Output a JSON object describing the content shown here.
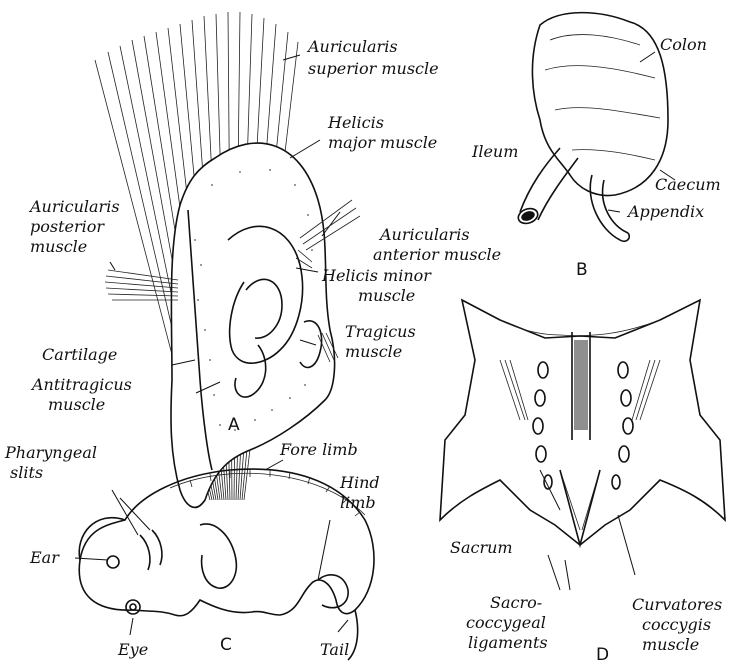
{
  "panels": {
    "a": "A",
    "b": "B",
    "c": "C",
    "d": "D"
  },
  "labels_a": {
    "auricularis_superior": [
      "Auricularis",
      "superior muscle"
    ],
    "helicis_major": [
      "Helicis",
      "major muscle"
    ],
    "auricularis_posterior": [
      "Auricularis",
      "posterior",
      "muscle"
    ],
    "auricularis_anterior": [
      "Auricularis",
      "anterior muscle"
    ],
    "helicis_minor": [
      "Helicis minor",
      "muscle"
    ],
    "tragicus": [
      "Tragicus",
      "muscle"
    ],
    "cartilage": "Cartilage",
    "antitragicus": [
      "Antitragicus",
      "muscle"
    ]
  },
  "labels_b": {
    "colon": "Colon",
    "ileum": "Ileum",
    "caecum": "Caecum",
    "appendix": "Appendix"
  },
  "labels_c": {
    "pharyngeal": [
      "Pharyngeal",
      "slits"
    ],
    "fore_limb": "Fore limb",
    "hind_limb": [
      "Hind",
      "limb"
    ],
    "ear": "Ear",
    "eye": "Eye",
    "tail": "Tail"
  },
  "labels_d": {
    "sacrum": "Sacrum",
    "sacrococcygeal": [
      "Sacro-",
      "coccygeal",
      "ligaments"
    ],
    "curvatores": [
      "Curvatores",
      "coccygis",
      "muscle"
    ]
  }
}
